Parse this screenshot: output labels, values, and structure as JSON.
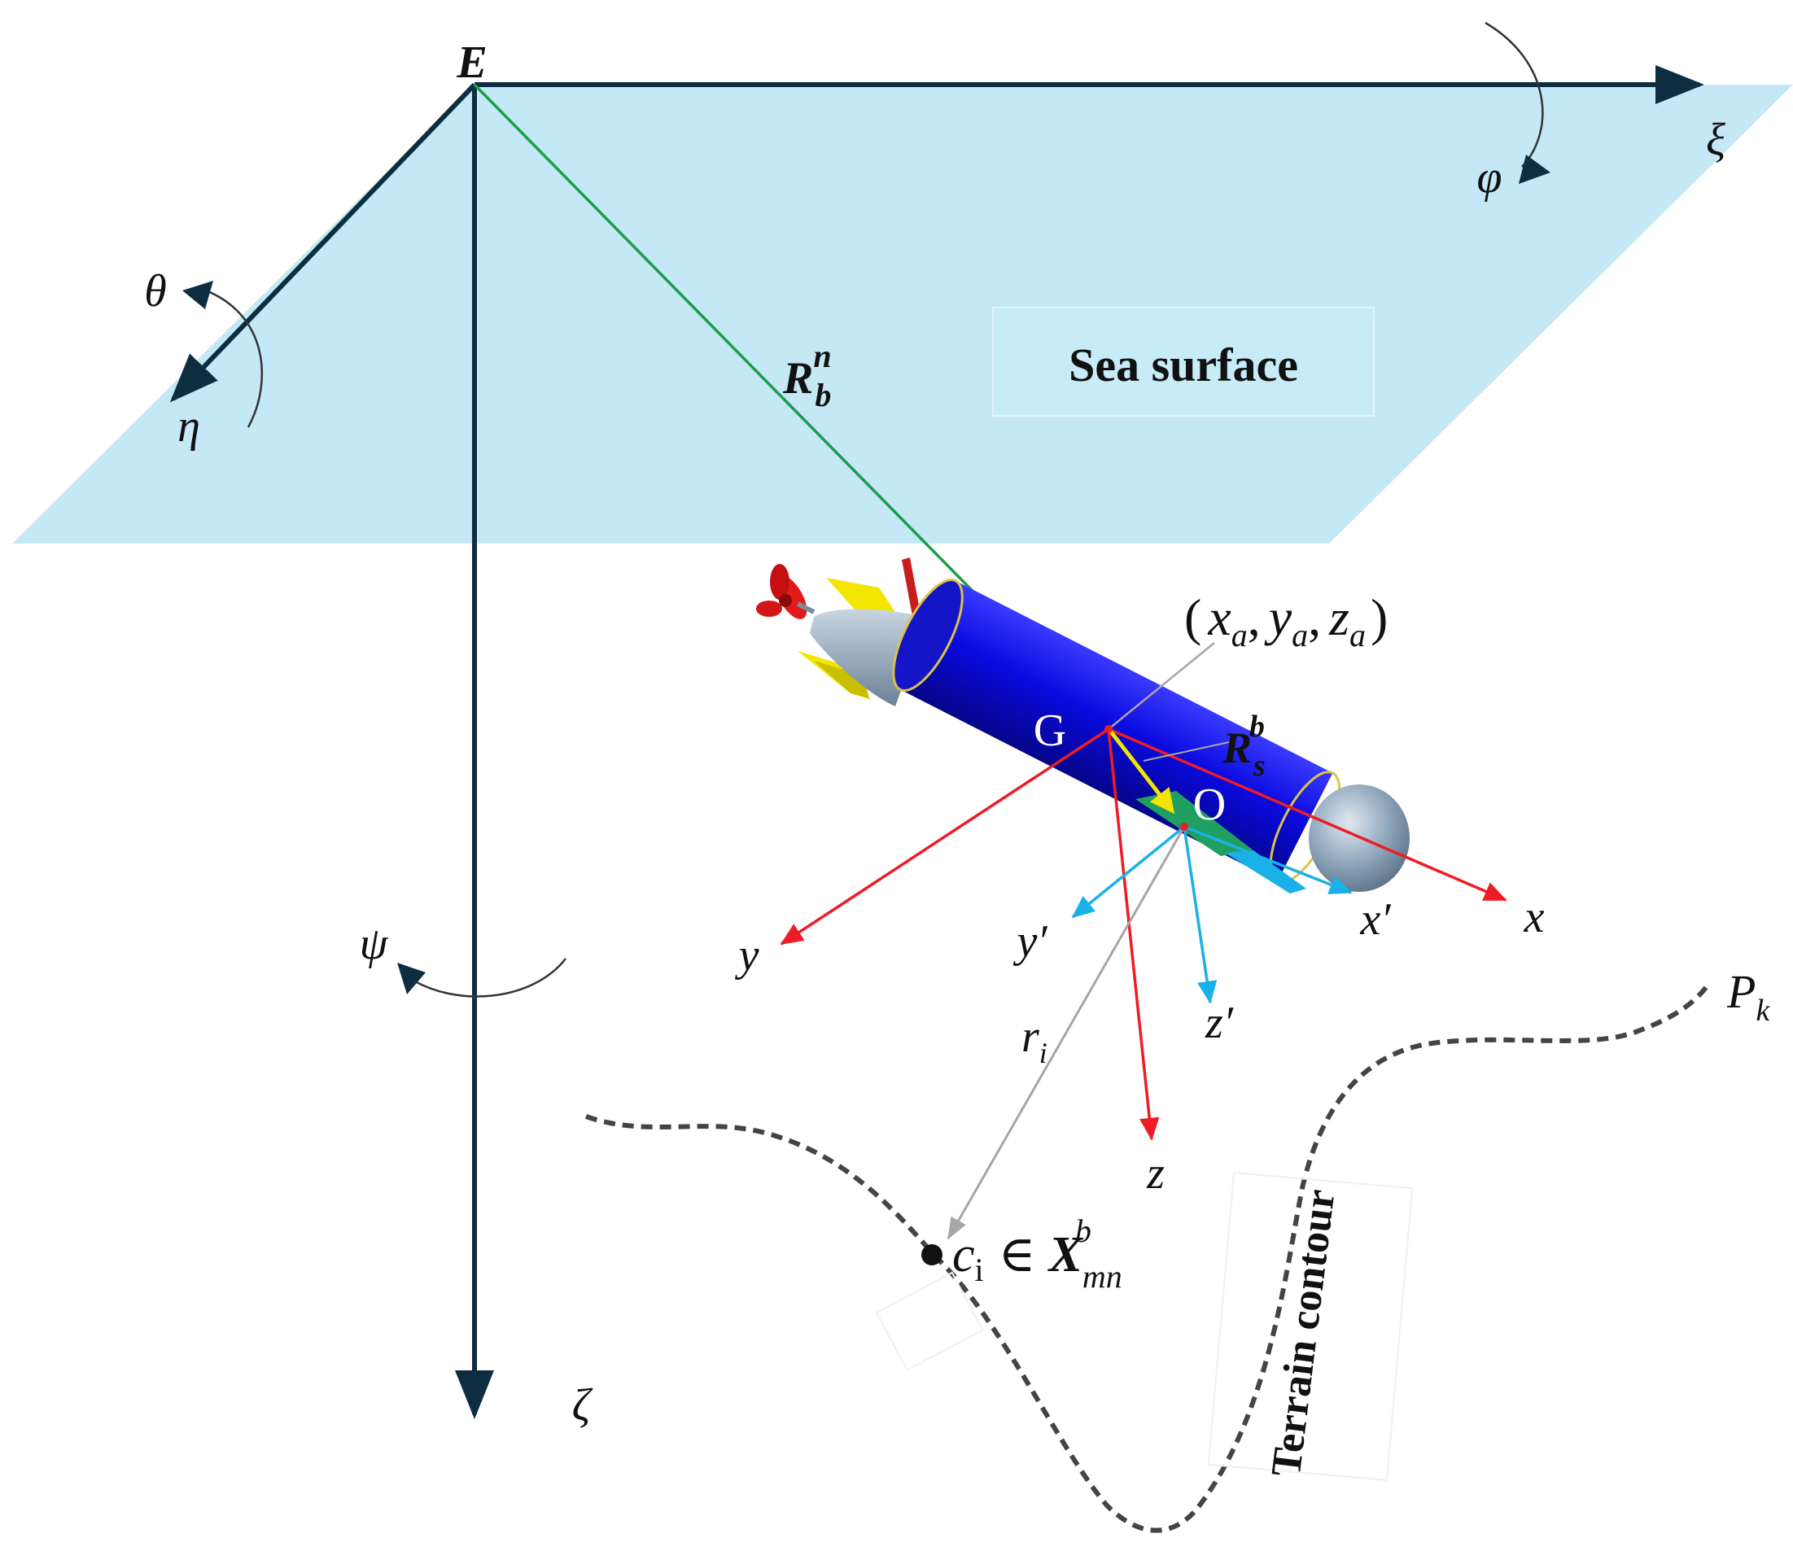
{
  "colors": {
    "sea": "#c4e8f6",
    "axis_dark": "#0f2d40",
    "green_vector": "#1b9e48",
    "red_axis": "#ee1c24",
    "blue_axis": "#1ab0e8",
    "hull_blue": "#0a0adf",
    "nose_grey": "#8aa2b8",
    "fin_yellow": "#f2e600",
    "grey_line": "#a6a6a6",
    "terrain": "#444444"
  },
  "labels": {
    "origin": "E",
    "xi": "ξ",
    "eta": "η",
    "zeta": "ζ",
    "phi": "φ",
    "theta": "θ",
    "psi": "ψ",
    "sea_surface": "Sea surface",
    "R": "R",
    "rbn_sub": "b",
    "rbn_sup": "n",
    "rsb_sub": "s",
    "rsb_sup": "b",
    "G": "G",
    "O": "O",
    "x": "x",
    "y": "y",
    "z": "z",
    "xp": "x′",
    "yp": "y′",
    "zp": "z′",
    "point_open": "(",
    "point_close": ")",
    "comma": ",",
    "xa": "x",
    "ya": "y",
    "za": "z",
    "a_sub": "a",
    "ri": "r",
    "ri_sub": "i",
    "ci": "c",
    "ci_sub": "i",
    "elem": "∈",
    "X": "X",
    "x_sub": "mn",
    "x_sup": "b",
    "Pk": "P",
    "pk_sub": "k",
    "terrain_contour": "Terrain contour"
  },
  "icons": {
    "vehicle": "auv-underwater-vehicle-icon",
    "propeller": "propeller-icon"
  }
}
